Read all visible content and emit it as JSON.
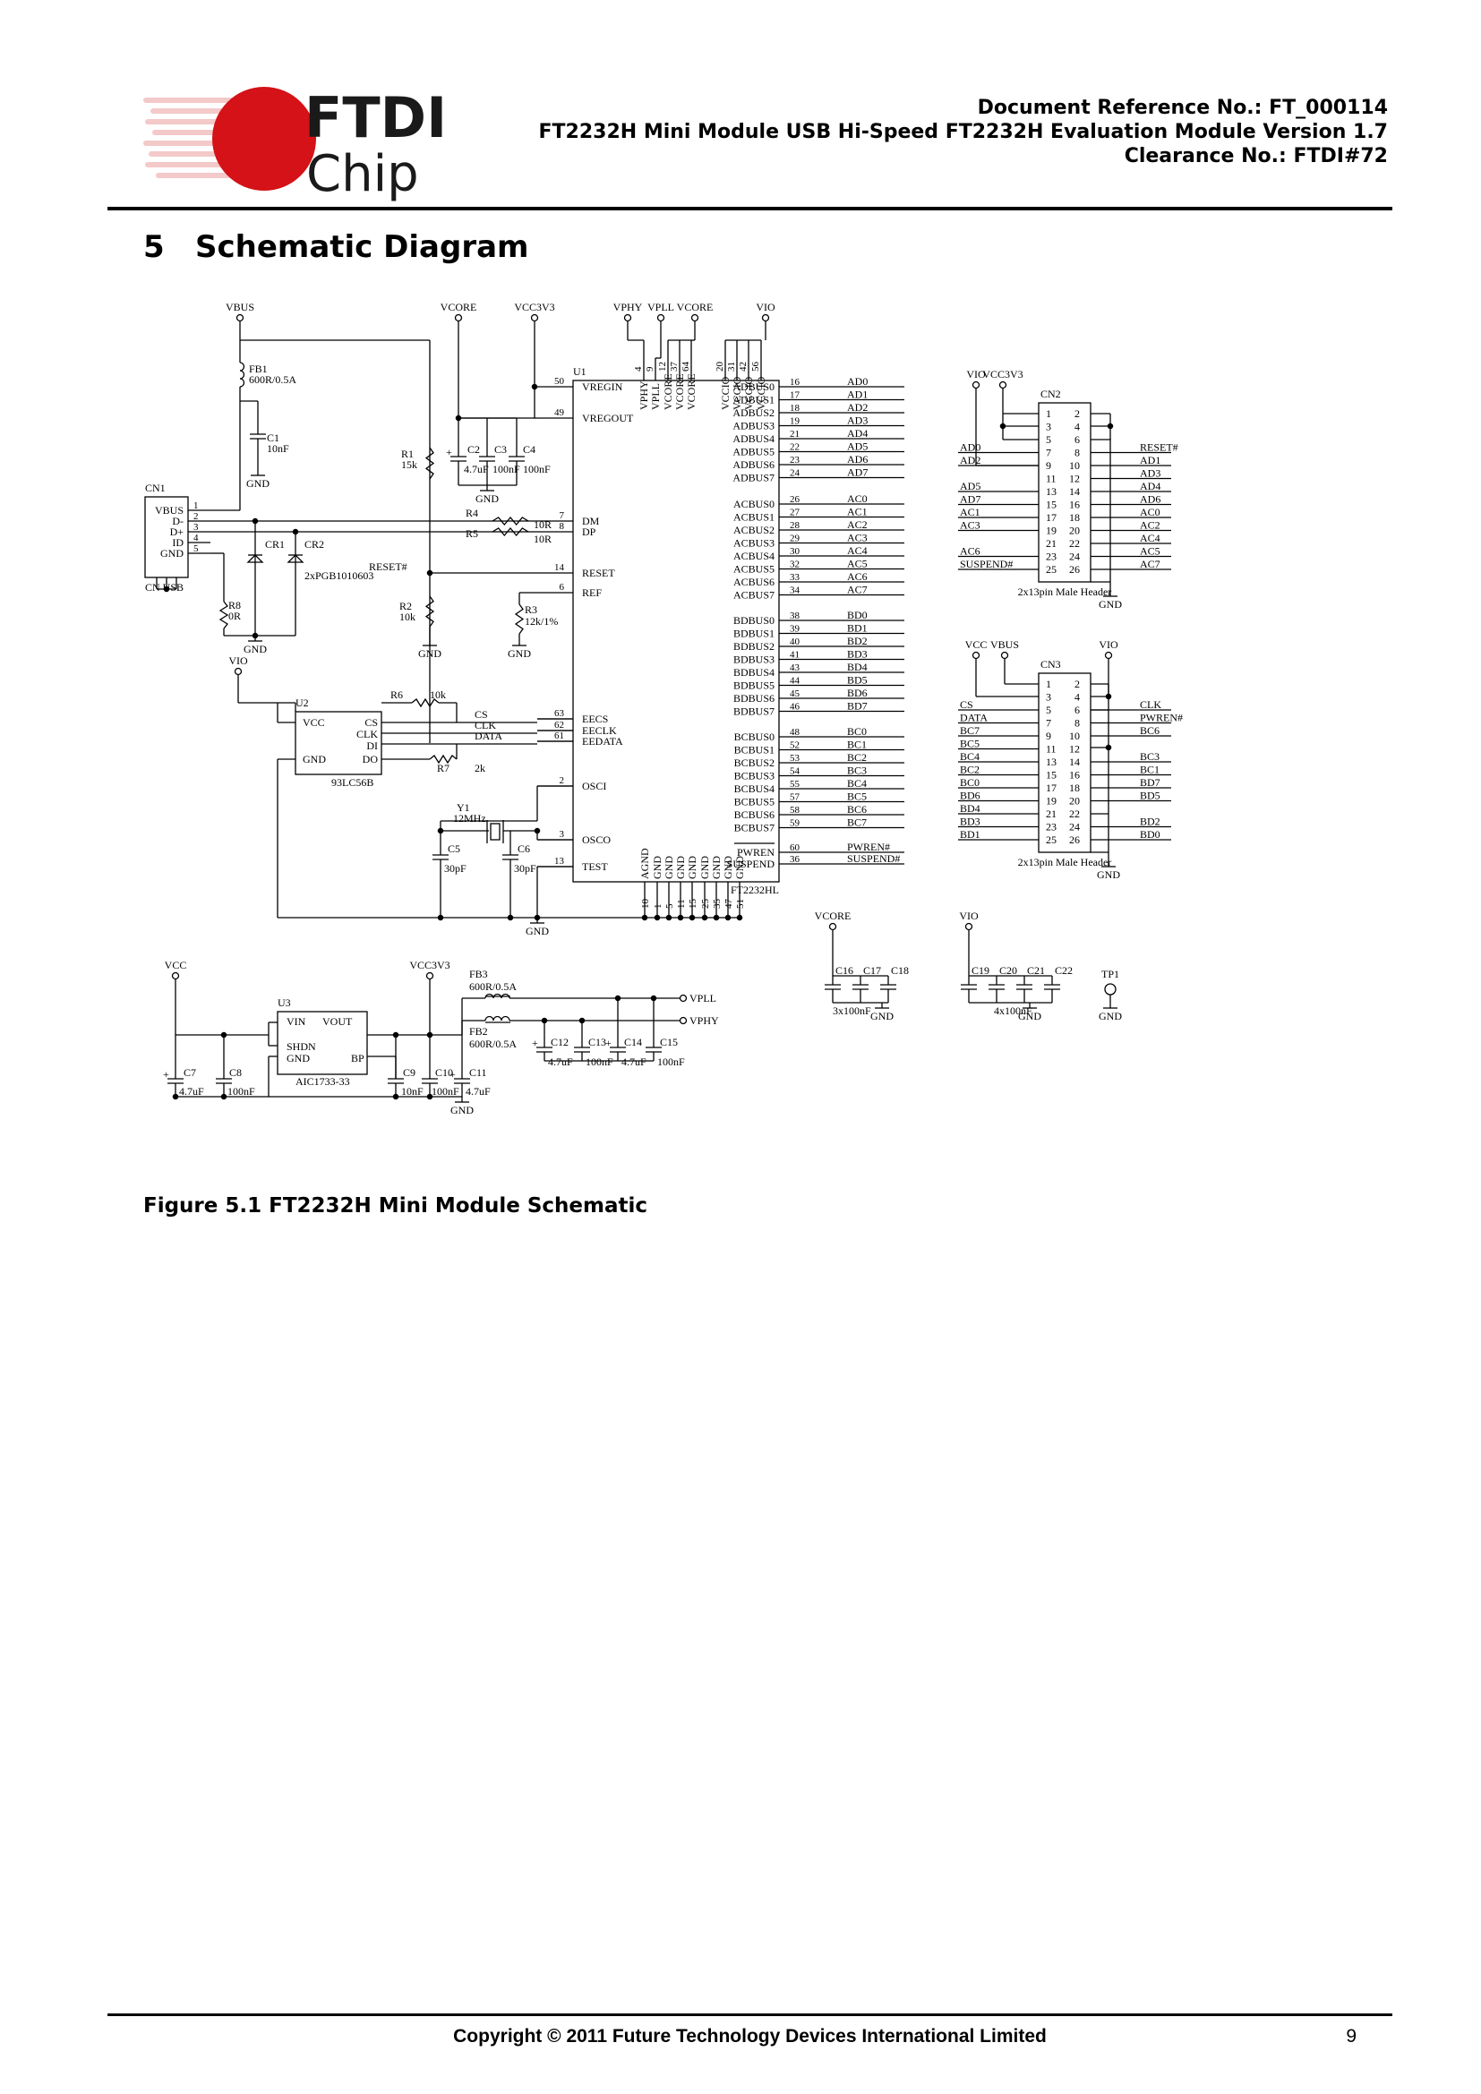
{
  "header": {
    "doc_reference": "Document Reference No.: FT_000114",
    "doc_title": "FT2232H Mini Module USB Hi-Speed FT2232H Evaluation Module  Version 1.7",
    "clearance": "Clearance No.: FTDI#72"
  },
  "logo": {
    "line1": "FTDI",
    "line2": "Chip"
  },
  "section": {
    "number": "5",
    "title": "Schematic Diagram"
  },
  "figure": {
    "caption": "Figure 5.1 FT2232H Mini Module Schematic"
  },
  "footer": {
    "copyright": "Copyright © 2011 Future Technology Devices International Limited",
    "page_number": "9"
  },
  "schematic": {
    "rails": {
      "vbus": "VBUS",
      "vcore": "VCORE",
      "vcc3v3": "VCC3V3",
      "vphy": "VPHY",
      "vpll": "VPLL",
      "vio": "VIO",
      "vcc": "VCC",
      "gnd": "GND",
      "tp1": "TP1"
    },
    "u1": {
      "ref": "U1",
      "part": "FT2232HL",
      "left_pins": [
        {
          "num": "50",
          "name": "VREGIN"
        },
        {
          "num": "49",
          "name": "VREGOUT"
        },
        {
          "num": "7",
          "name": "DM"
        },
        {
          "num": "8",
          "name": "DP"
        },
        {
          "num": "14",
          "name": "RESET"
        },
        {
          "num": "6",
          "name": "REF"
        },
        {
          "num": "63",
          "name": "EECS"
        },
        {
          "num": "62",
          "name": "EECLK"
        },
        {
          "num": "61",
          "name": "EEDATA"
        },
        {
          "num": "2",
          "name": "OSCI"
        },
        {
          "num": "3",
          "name": "OSCO"
        },
        {
          "num": "13",
          "name": "TEST"
        }
      ],
      "top_pins": [
        {
          "num": "4",
          "name": "VPHY"
        },
        {
          "num": "9",
          "name": "VPLL"
        },
        {
          "num": "12",
          "name": "VCORE"
        },
        {
          "num": "37",
          "name": "VCORE"
        },
        {
          "num": "64",
          "name": "VCORE"
        },
        {
          "num": "20",
          "name": "VCCIO"
        },
        {
          "num": "31",
          "name": "VCCIO"
        },
        {
          "num": "42",
          "name": "VCCIO"
        },
        {
          "num": "56",
          "name": "VCCIO"
        }
      ],
      "bottom_pins": [
        {
          "num": "10",
          "name": "AGND"
        },
        {
          "num": "1",
          "name": "GND"
        },
        {
          "num": "5",
          "name": "GND"
        },
        {
          "num": "11",
          "name": "GND"
        },
        {
          "num": "15",
          "name": "GND"
        },
        {
          "num": "25",
          "name": "GND"
        },
        {
          "num": "35",
          "name": "GND"
        },
        {
          "num": "47",
          "name": "GND"
        },
        {
          "num": "51",
          "name": "GND"
        }
      ],
      "right_a": [
        {
          "num": "16",
          "name": "ADBUS0",
          "net": "AD0"
        },
        {
          "num": "17",
          "name": "ADBUS1",
          "net": "AD1"
        },
        {
          "num": "18",
          "name": "ADBUS2",
          "net": "AD2"
        },
        {
          "num": "19",
          "name": "ADBUS3",
          "net": "AD3"
        },
        {
          "num": "21",
          "name": "ADBUS4",
          "net": "AD4"
        },
        {
          "num": "22",
          "name": "ADBUS5",
          "net": "AD5"
        },
        {
          "num": "23",
          "name": "ADBUS6",
          "net": "AD6"
        },
        {
          "num": "24",
          "name": "ADBUS7",
          "net": "AD7"
        },
        {
          "num": "26",
          "name": "ACBUS0",
          "net": "AC0"
        },
        {
          "num": "27",
          "name": "ACBUS1",
          "net": "AC1"
        },
        {
          "num": "28",
          "name": "ACBUS2",
          "net": "AC2"
        },
        {
          "num": "29",
          "name": "ACBUS3",
          "net": "AC3"
        },
        {
          "num": "30",
          "name": "ACBUS4",
          "net": "AC4"
        },
        {
          "num": "32",
          "name": "ACBUS5",
          "net": "AC5"
        },
        {
          "num": "33",
          "name": "ACBUS6",
          "net": "AC6"
        },
        {
          "num": "34",
          "name": "ACBUS7",
          "net": "AC7"
        }
      ],
      "right_b": [
        {
          "num": "38",
          "name": "BDBUS0",
          "net": "BD0"
        },
        {
          "num": "39",
          "name": "BDBUS1",
          "net": "BD1"
        },
        {
          "num": "40",
          "name": "BDBUS2",
          "net": "BD2"
        },
        {
          "num": "41",
          "name": "BDBUS3",
          "net": "BD3"
        },
        {
          "num": "43",
          "name": "BDBUS4",
          "net": "BD4"
        },
        {
          "num": "44",
          "name": "BDBUS5",
          "net": "BD5"
        },
        {
          "num": "45",
          "name": "BDBUS6",
          "net": "BD6"
        },
        {
          "num": "46",
          "name": "BDBUS7",
          "net": "BD7"
        },
        {
          "num": "48",
          "name": "BCBUS0",
          "net": "BC0"
        },
        {
          "num": "52",
          "name": "BCBUS1",
          "net": "BC1"
        },
        {
          "num": "53",
          "name": "BCBUS2",
          "net": "BC2"
        },
        {
          "num": "54",
          "name": "BCBUS3",
          "net": "BC3"
        },
        {
          "num": "55",
          "name": "BCBUS4",
          "net": "BC4"
        },
        {
          "num": "57",
          "name": "BCBUS5",
          "net": "BC5"
        },
        {
          "num": "58",
          "name": "BCBUS6",
          "net": "BC6"
        },
        {
          "num": "59",
          "name": "BCBUS7",
          "net": "BC7"
        }
      ],
      "right_c": [
        {
          "num": "60",
          "name": "PWREN",
          "net": "PWREN#"
        },
        {
          "num": "36",
          "name": "SUSPEND",
          "net": "SUSPEND#"
        }
      ]
    },
    "cn1": {
      "ref": "CN1",
      "part": "CN USB",
      "pins": [
        "VBUS",
        "D-",
        "D+",
        "ID",
        "GND"
      ],
      "nums": [
        "1",
        "2",
        "3",
        "4",
        "5"
      ]
    },
    "labels": {
      "fb1": "FB1",
      "fb1_val": "600R/0.5A",
      "c1": "C1",
      "c1_val": "10nF",
      "c2": "C2",
      "c2_val": "4.7uF",
      "c3": "C3",
      "c3_val": "100nF",
      "c4": "C4",
      "c4_val": "100nF",
      "r1": "R1",
      "r1_val": "15k",
      "r2": "R2",
      "r2_val": "10k",
      "r3": "R3",
      "r3_val": "12k/1%",
      "r4": "R4",
      "r4_val": "10R",
      "r5": "R5",
      "r5_val": "10R",
      "r8": "R8",
      "r8_val": "0R",
      "r6": "R6",
      "r6_val": "10k",
      "r7": "R7",
      "r7_val": "2k",
      "cr1": "CR1",
      "cr2": "CR2",
      "cr_part": "2xPGB1010603",
      "reset_net": "RESET#",
      "u2": "U2",
      "u2_part": "93LC56B",
      "u2_pins": [
        "VCC",
        "CS",
        "CLK",
        "DI",
        "GND",
        "DO"
      ],
      "u2_nets": [
        "CS",
        "CLK",
        "DATA"
      ],
      "y1": "Y1",
      "y1_val": "12MHz",
      "c5": "C5",
      "c5_val": "30pF",
      "c6": "C6",
      "c6_val": "30pF",
      "u3": "U3",
      "u3_part": "AIC1733-33",
      "u3_pins": [
        "VIN",
        "VOUT",
        "SHDN",
        "GND",
        "BP"
      ],
      "c7": "C7",
      "c7_val": "4.7uF",
      "c8": "C8",
      "c8_val": "100nF",
      "c9": "C9",
      "c9_val": "10nF",
      "c10": "C10",
      "c10_val": "100nF",
      "c11": "C11",
      "c11_val": "4.7uF",
      "fb3": "FB3",
      "fb3_val": "600R/0.5A",
      "fb2": "FB2",
      "fb2_val": "600R/0.5A",
      "c12": "C12",
      "c12_val": "4.7uF",
      "c13": "C13",
      "c13_val": "100nF",
      "c14": "C14",
      "c14_val": "4.7uF",
      "c15": "C15",
      "c15_val": "100nF",
      "c16_18": [
        "C16",
        "C17",
        "C18"
      ],
      "c16_val": "3x100nF",
      "c19_22": [
        "C19",
        "C20",
        "C21",
        "C22"
      ],
      "c19_val": "4x100nF"
    },
    "cn2": {
      "ref": "CN2",
      "part": "2x13pin Male Header",
      "left_nets": [
        "",
        "",
        "",
        "AD0",
        "AD2",
        "",
        "AD5",
        "AD7",
        "AC1",
        "AC3",
        "",
        "AC6",
        "SUSPEND#"
      ],
      "right_nets": [
        "",
        "",
        "",
        "RESET#",
        "AD1",
        "AD3",
        "AD4",
        "AD6",
        "AC0",
        "AC2",
        "AC4",
        "AC5",
        "AC7"
      ]
    },
    "cn3": {
      "ref": "CN3",
      "part": "2x13pin Male Header",
      "left_nets": [
        "",
        "",
        "CS",
        "DATA",
        "BC7",
        "BC5",
        "BC4",
        "BC2",
        "BC0",
        "BD6",
        "BD4",
        "BD3",
        "BD1"
      ],
      "right_nets": [
        "",
        "",
        "CLK",
        "PWREN#",
        "BC6",
        "",
        "BC3",
        "BC1",
        "BD7",
        "BD5",
        "",
        "BD2",
        "BD0"
      ]
    }
  }
}
